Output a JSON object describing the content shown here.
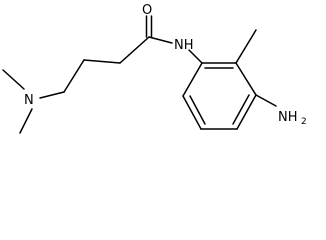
{
  "molecule": {
    "atoms": {
      "oxygen": "O",
      "amide_nh": "NH",
      "dimethyl_n": "N",
      "amino_nh": "NH",
      "amino_sub": "2"
    }
  }
}
